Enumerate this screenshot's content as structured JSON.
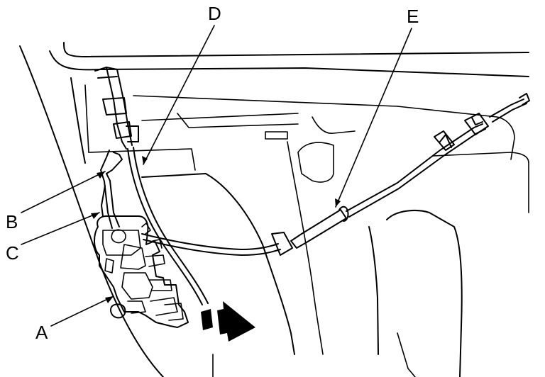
{
  "labels": {
    "a": "A",
    "b": "B",
    "c": "C",
    "d": "D",
    "e": "E"
  },
  "colors": {
    "line": "#000000",
    "background": "#ffffff"
  }
}
